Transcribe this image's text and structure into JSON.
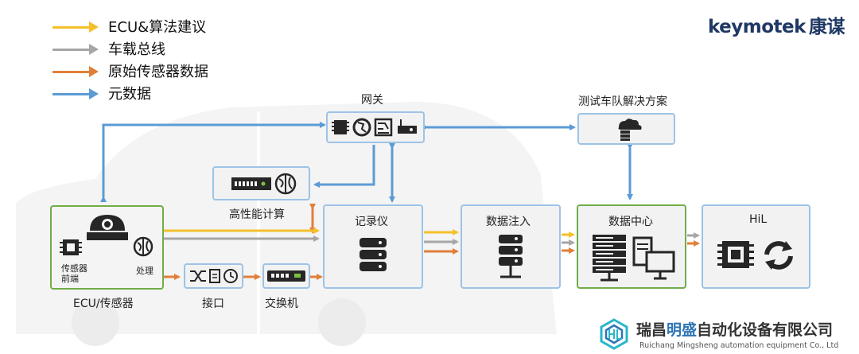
{
  "colors": {
    "yellow": "#f5c02a",
    "gray": "#a6a6a6",
    "orange": "#e07f3a",
    "blue": "#5b9bd5",
    "green_border": "#70ad47",
    "box_border": "#9dc3e6",
    "box_fill": "#f2f2f2",
    "icon_dark": "#262626"
  },
  "legend": [
    {
      "label": "ECU&算法建议",
      "color": "#f5c02a"
    },
    {
      "label": "车载总线",
      "color": "#a6a6a6"
    },
    {
      "label": "原始传感器数据",
      "color": "#e07f3a"
    },
    {
      "label": "元数据",
      "color": "#5b9bd5"
    }
  ],
  "brand": {
    "name": "keymotek",
    "cn": "康谋"
  },
  "nodes": {
    "gateway": "网关",
    "fleet": "测试车队解决方案",
    "hpc": "高性能计算",
    "recorder": "记录仪",
    "injection": "数据注入",
    "datacenter": "数据中心",
    "hil": "HiL",
    "ecu": "ECU/传感器",
    "sensor_front": "传感器\n前端",
    "process": "处理",
    "interface": "接口",
    "switch": "交换机"
  },
  "watermark": {
    "cn_a": "瑞昌",
    "cn_b": "明盛",
    "cn_c": "自动化设备有限公司",
    "en": "Ruichang Mingsheng automation equipment Co., Ltd"
  }
}
